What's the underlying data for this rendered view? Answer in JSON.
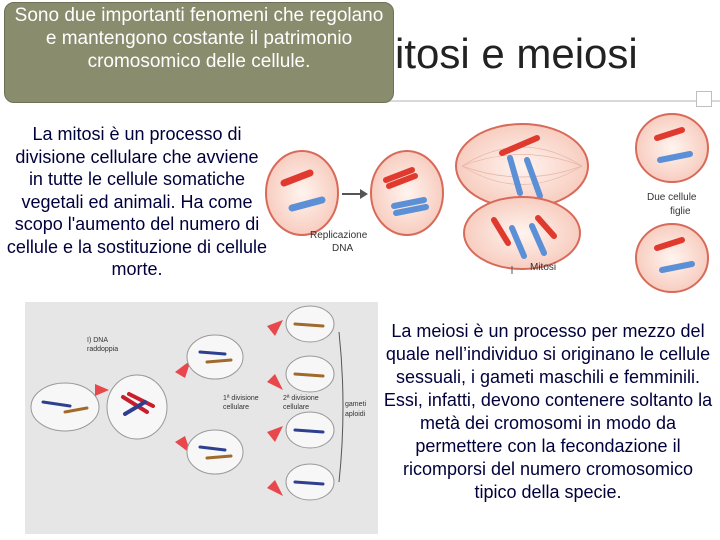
{
  "slide": {
    "title": "itosi e meiosi",
    "callout": "Sono due importanti fenomeni che regolano e mantengono costante il patrimonio cromosomico delle cellule.",
    "mitosi_text": "La mitosi è un processo di divisione cellulare che avviene in tutte le cellule somatiche vegetali ed animali. Ha come scopo l'aumento del numero di cellule e la sostituzione di cellule morte.",
    "meiosi_text": "La meiosi è un processo per mezzo del quale nell’individuo si originano le cellule sessuali, i gameti maschili e femminili. Essi, infatti, devono contenere soltanto la metà dei cromosomi in modo da permettere con la fecondazione il ricomporsi del numero cromosomico tipico della specie."
  },
  "mitosi_figure": {
    "label_replicazione_1": "Replicazione",
    "label_replicazione_2": "DNA",
    "label_mitosi": "Mitosi",
    "label_figlie_1": "Due cellule",
    "label_figlie_2": "figlie"
  },
  "meiosi_figure": {
    "label_dna_1": "I) DNA",
    "label_dna_2": "raddoppia",
    "label_div1_1": "1ª divisione",
    "label_div1_2": "cellulare",
    "label_div2_1": "2ª divisione",
    "label_div2_2": "cellulare",
    "label_gameti_1": "gameti",
    "label_gameti_2": "aploidi"
  },
  "colors": {
    "callout_bg": "#8a8c6e",
    "body_text": "#00003c",
    "cell_fill": "#fbe3dc",
    "cell_border": "#d86a5a",
    "chromosome_red": "#e03a2f",
    "chromosome_blue": "#5b8fd6"
  }
}
